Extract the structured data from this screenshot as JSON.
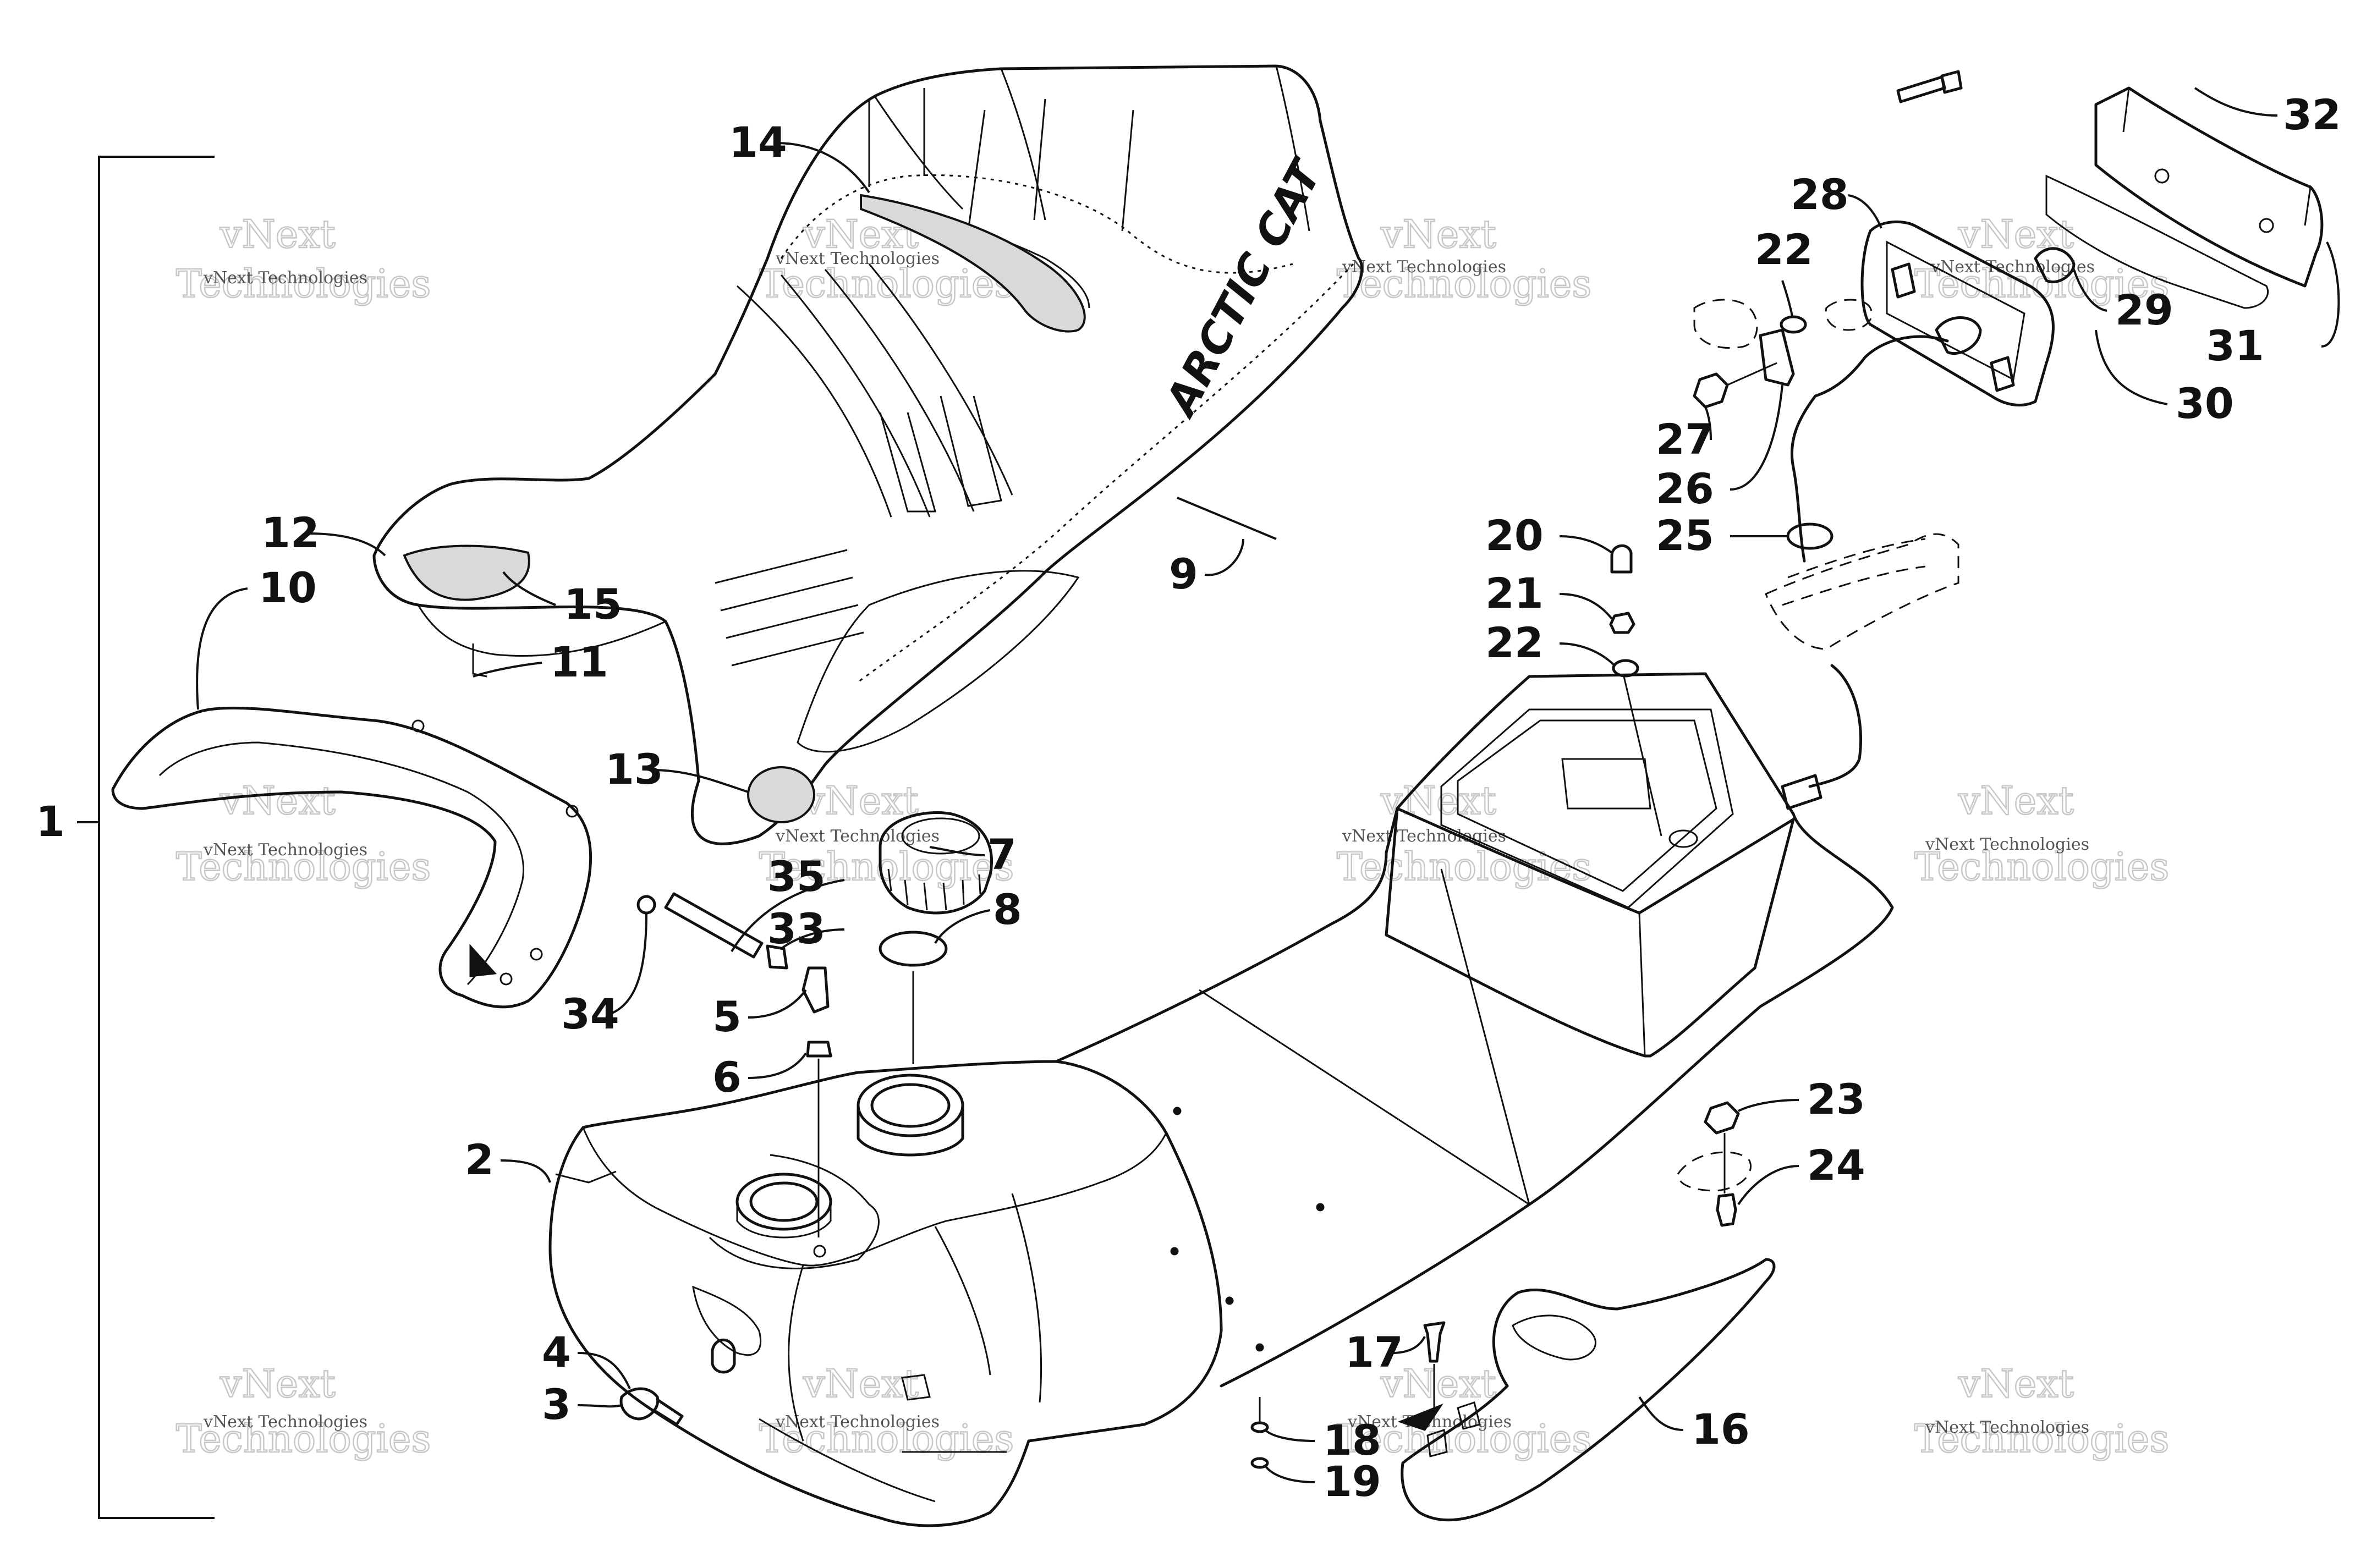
{
  "diagram": {
    "brand_text": "ARCTIC CAT",
    "watermark": {
      "line1": "vNext",
      "line2": "Technologies",
      "small": "vNext Technologies"
    },
    "callouts": {
      "c1": "1",
      "c2": "2",
      "c3": "3",
      "c4": "4",
      "c5": "5",
      "c6": "6",
      "c7": "7",
      "c8": "8",
      "c9": "9",
      "c10": "10",
      "c11": "11",
      "c12": "12",
      "c13": "13",
      "c14": "14",
      "c15": "15",
      "c16": "16",
      "c17": "17",
      "c18": "18",
      "c19": "19",
      "c20": "20",
      "c21": "21",
      "c22a": "22",
      "c22b": "22",
      "c23": "23",
      "c24": "24",
      "c25": "25",
      "c26": "26",
      "c27": "27",
      "c28": "28",
      "c29": "29",
      "c30": "30",
      "c31": "31",
      "c32": "32",
      "c33": "33",
      "c34": "34",
      "c35": "35"
    }
  }
}
